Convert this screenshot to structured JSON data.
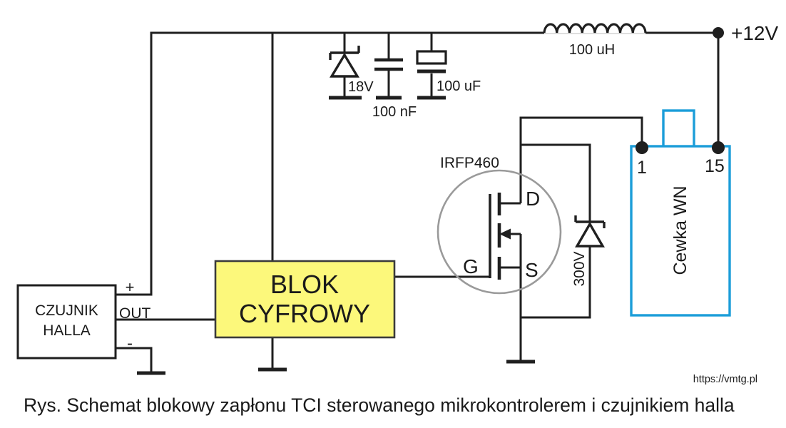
{
  "diagram": {
    "power": {
      "supply_label": "+12V",
      "inductor_value": "100 uH"
    },
    "input_filter": {
      "zener_value": "18V",
      "cap_ceramic_value": "100 nF",
      "cap_electrolytic_value": "100 uF"
    },
    "hall_sensor": {
      "name_line1": "CZUJNIK",
      "name_line2": "HALLA",
      "pin_plus": "+",
      "pin_out": "OUT",
      "pin_minus": "-"
    },
    "digital_block": {
      "name_line1": "BLOK",
      "name_line2": "CYFROWY"
    },
    "mosfet": {
      "part_number": "IRFP460",
      "drain_label": "D",
      "gate_label": "G",
      "source_label": "S"
    },
    "clamp_zener": {
      "value": "300V"
    },
    "ignition_coil": {
      "name": "Cewka WN",
      "pin_primary": "1",
      "pin_supply": "15"
    },
    "watermark": "https://vmtg.pl",
    "caption": "Rys. Schemat blokowy zapłonu TCI sterowanego mikrokontrolerem i czujnikiem halla"
  },
  "colors": {
    "wire": "#1f1f1f",
    "mosfet_circle": "#9a9a9a",
    "digital_block_fill": "#FCF87B",
    "digital_block_border": "#3b3b3b",
    "coil_accent": "#1B9DD9",
    "caption_text": "#2d2d2d",
    "watermark_text": "#3a3a3a"
  }
}
